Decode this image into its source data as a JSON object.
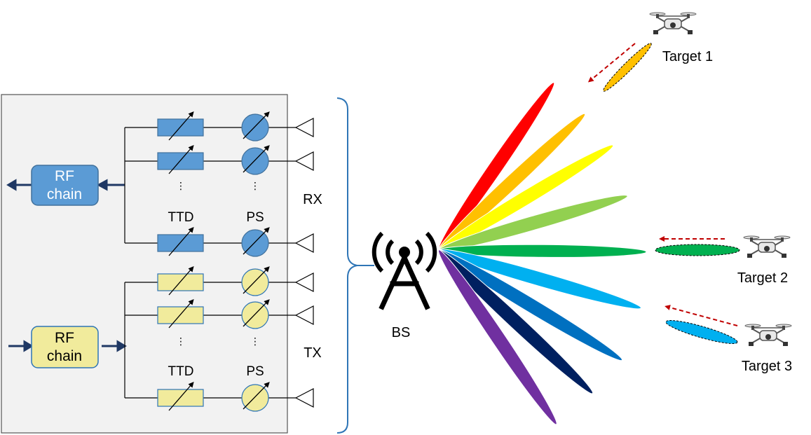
{
  "rx_chain": {
    "rf_line1": "RF",
    "rf_line2": "chain",
    "ttd_label": "TTD",
    "ps_label": "PS",
    "side_label": "RX",
    "colors": {
      "fill": "#5b9bd5",
      "stroke": "#41719c",
      "text": "#ffffff"
    }
  },
  "tx_chain": {
    "rf_line1": "RF",
    "rf_line2": "chain",
    "ttd_label": "TTD",
    "ps_label": "PS",
    "side_label": "TX",
    "colors": {
      "fill": "#f1eb9c",
      "stroke": "#2e75b6",
      "text": "#000000"
    }
  },
  "base_station": {
    "label": "BS",
    "icon": "tower-antenna-icon"
  },
  "beams": {
    "colors": [
      "#ff0000",
      "#ffc000",
      "#ffff00",
      "#92d050",
      "#00b050",
      "#00b0f0",
      "#0070c0",
      "#002060",
      "#7030a0"
    ]
  },
  "targets": [
    {
      "label": "Target 1",
      "icon": "drone-icon",
      "echo_color": "#ffc000"
    },
    {
      "label": "Target 2",
      "icon": "drone-icon",
      "echo_color": "#00b050"
    },
    {
      "label": "Target 3",
      "icon": "drone-icon",
      "echo_color": "#00b0f0"
    }
  ],
  "arrow_color": "#c00000"
}
